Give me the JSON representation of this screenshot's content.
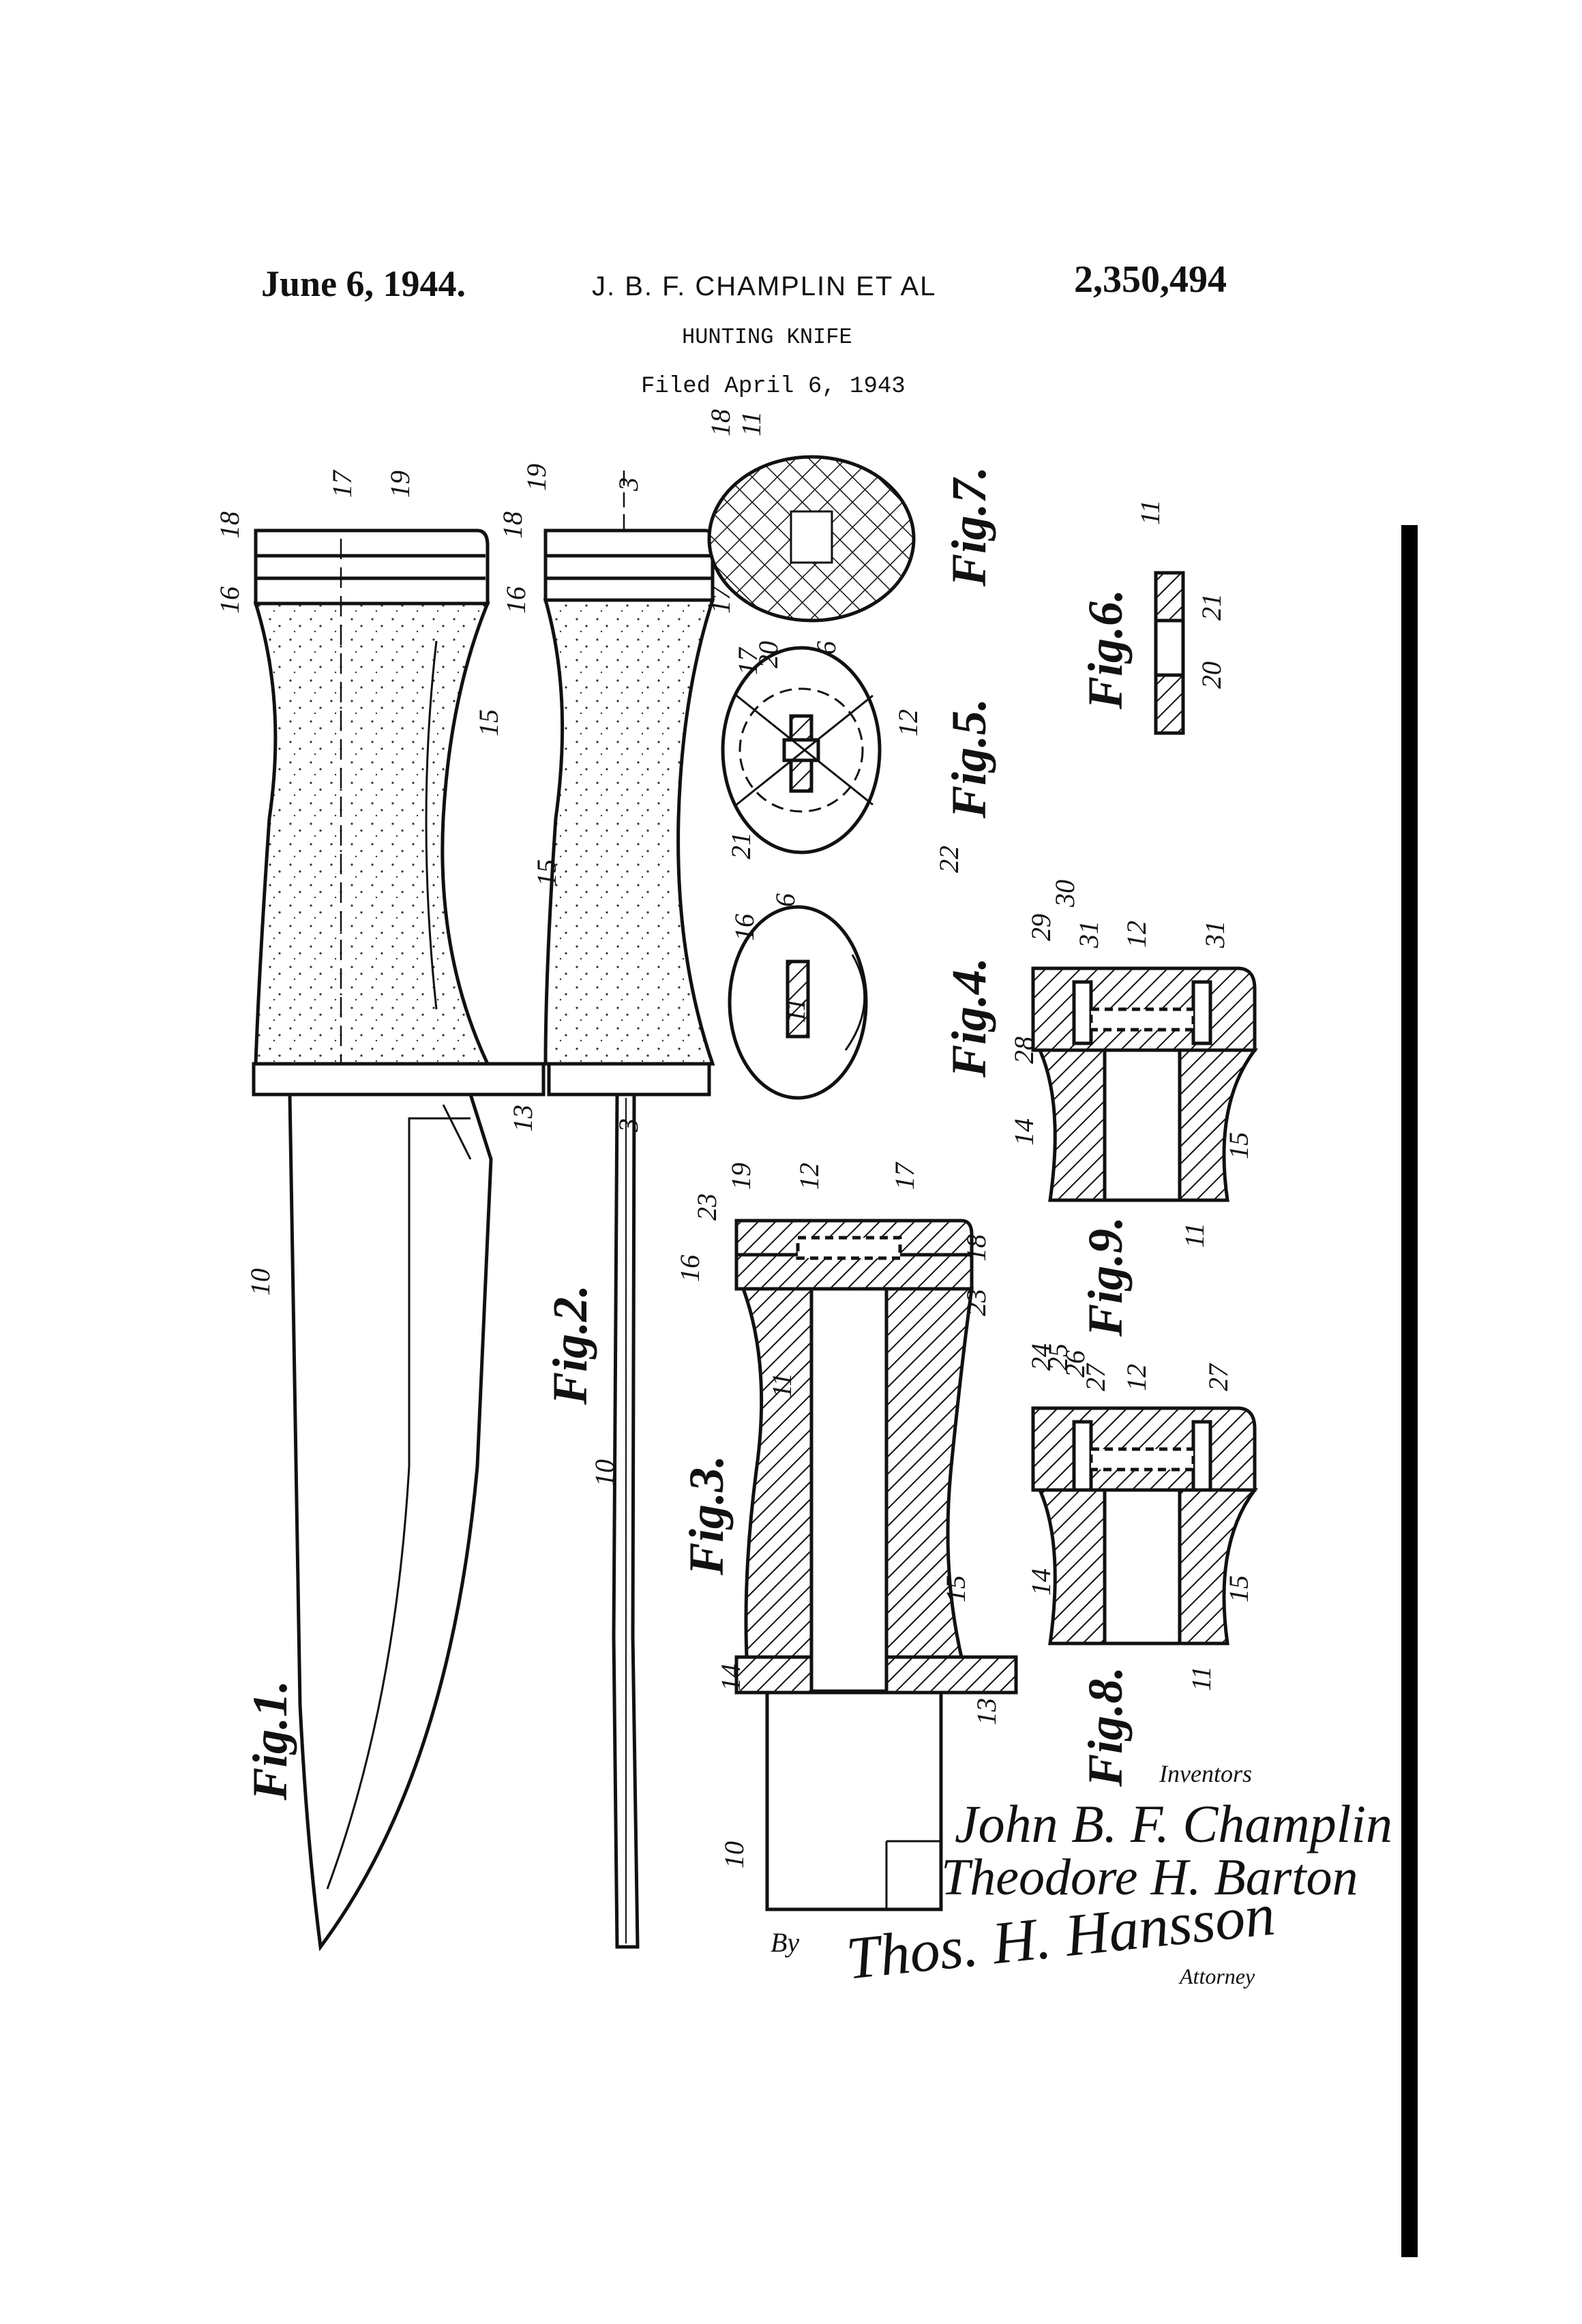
{
  "header": {
    "date": "June 6, 1944.",
    "inventor": "J. B. F. CHAMPLIN  ET AL",
    "patent_number": "2,350,494",
    "title": "HUNTING KNIFE",
    "filed": "Filed April 6, 1943"
  },
  "figures": {
    "fig1": "Fig.1.",
    "fig2": "Fig.2.",
    "fig3": "Fig.3.",
    "fig4": "Fig.4.",
    "fig5": "Fig.5.",
    "fig6": "Fig.6.",
    "fig7": "Fig.7.",
    "fig8": "Fig.8.",
    "fig9": "Fig.9."
  },
  "refs": {
    "r3": "3",
    "r6": "6",
    "r10": "10",
    "r11": "11",
    "r12": "12",
    "r13": "13",
    "r14": "14",
    "r15": "15",
    "r16": "16",
    "r17": "17",
    "r18": "18",
    "r19": "19",
    "r20": "20",
    "r21": "21",
    "r22": "22",
    "r23": "23",
    "r24": "24",
    "r25": "25",
    "r26": "26",
    "r27": "27",
    "r28": "28",
    "r29": "29",
    "r30": "30",
    "r31": "31"
  },
  "signatures": {
    "inventors_label": "Inventors",
    "inventor_1": "John B. F. Champlin",
    "inventor_2": "Theodore H. Barton",
    "by_label": "By",
    "attorney_signature": "Thos. H. Hansson",
    "attorney_label": "Attorney"
  }
}
